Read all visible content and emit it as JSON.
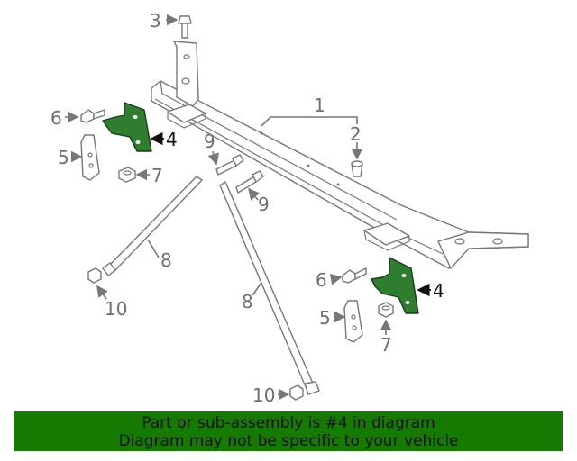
{
  "colors": {
    "highlight": "#2f7d2f",
    "banner_bg": "#157a00",
    "line": "#777777"
  },
  "callouts": {
    "c1": "1",
    "c2": "2",
    "c3": "3",
    "c4a": "4",
    "c4b": "4",
    "c5a": "5",
    "c5b": "5",
    "c6a": "6",
    "c6b": "6",
    "c7a": "7",
    "c7b": "7",
    "c8a": "8",
    "c8b": "8",
    "c9a": "9",
    "c9b": "9",
    "c10a": "10",
    "c10b": "10"
  },
  "banner": {
    "line1": "Part or sub-assembly is #4 in diagram",
    "line2": "Diagram may not be specific to your vehicle"
  }
}
